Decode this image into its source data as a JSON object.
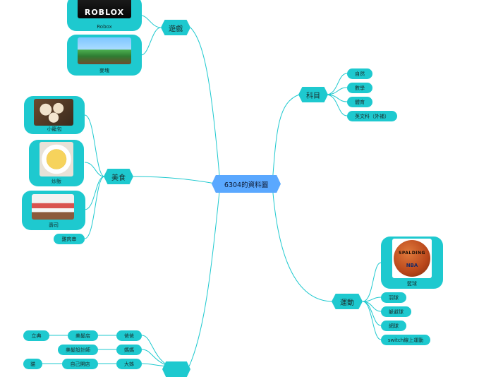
{
  "center": "6304的資料圖",
  "colors": {
    "branch": "#1ec9cf",
    "center": "#5aa8ff",
    "line": "#1ec9cf"
  },
  "branches": {
    "games": {
      "label": "遊戲",
      "items": [
        {
          "label": "Robox",
          "image": "roblox-logo",
          "logo_text": "ROBLOX"
        },
        {
          "label": "麥塊",
          "image": "minecraft-scene"
        }
      ]
    },
    "subjects": {
      "label": "科目",
      "items": [
        "自然",
        "數學",
        "體育",
        "英文科（外補）"
      ]
    },
    "food": {
      "label": "美食",
      "items": [
        {
          "label": "小籠包",
          "image": "dumplings"
        },
        {
          "label": "炒飯",
          "image": "fried-rice"
        },
        {
          "label": "壽司",
          "image": "sushi"
        },
        {
          "label": "雞肉串"
        }
      ]
    },
    "sports": {
      "label": "運動",
      "items": [
        {
          "label": "籃球",
          "image": "basketball",
          "logo_text": "SPALDING",
          "badge_text": "NBA"
        },
        {
          "label": "羽球"
        },
        {
          "label": "躲避球"
        },
        {
          "label": "網球"
        },
        {
          "label": "switch線上運動"
        }
      ]
    },
    "family": {
      "rows": [
        {
          "relation": "爸爸",
          "job": "美髮店",
          "extra": "立典"
        },
        {
          "relation": "媽媽",
          "job": "美髮設計師"
        },
        {
          "relation": "大姊",
          "job": "自己開店",
          "extra": "貓"
        }
      ]
    }
  }
}
